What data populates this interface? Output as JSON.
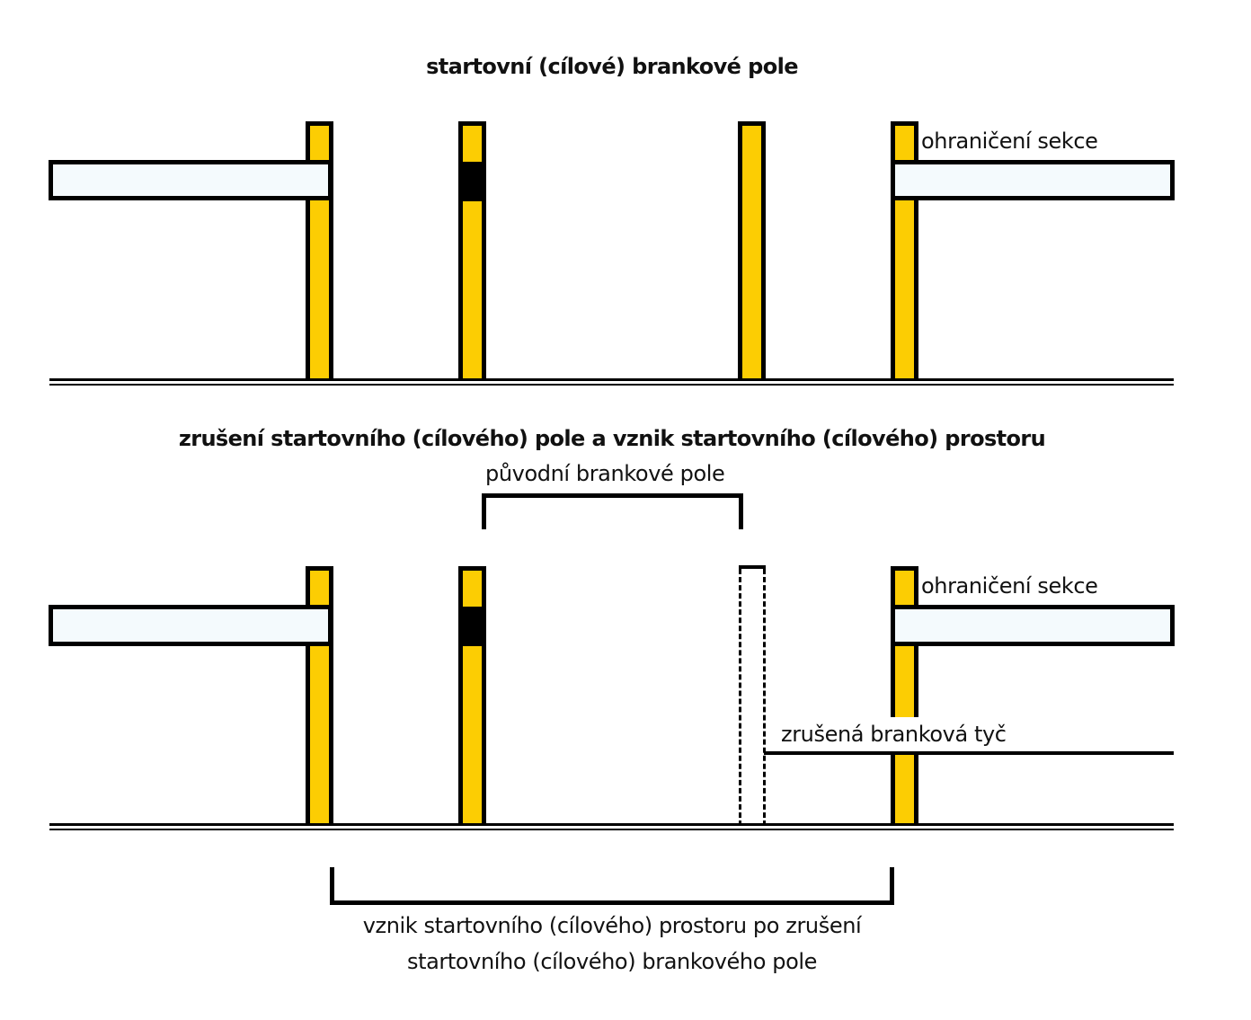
{
  "colors": {
    "pole_fill": "#fccd03",
    "section_bar_fill": "#f4fafd",
    "outline": "#000000",
    "background": "#ffffff"
  },
  "diagram_top": {
    "title": "startovní (cílové) brankové pole",
    "section_label": "ohraničení sekce",
    "elements": [
      "ground-line",
      "left-section-boundary",
      "gate-pole-1",
      "gate-pole-2-with-black-band",
      "gate-pole-3",
      "gate-pole-4",
      "right-section-boundary"
    ]
  },
  "diagram_bottom": {
    "title": "zrušení startovního (cílového) pole a vznik startovního (cílového) prostoru",
    "original_field_label": "původní brankové pole",
    "section_label": "ohraničení sekce",
    "cancelled_pole_label": "zrušená branková tyč",
    "space_label_line1": "vznik startovního (cílového) prostoru po zrušení",
    "space_label_line2": "startovního (cílového) brankového pole"
  }
}
